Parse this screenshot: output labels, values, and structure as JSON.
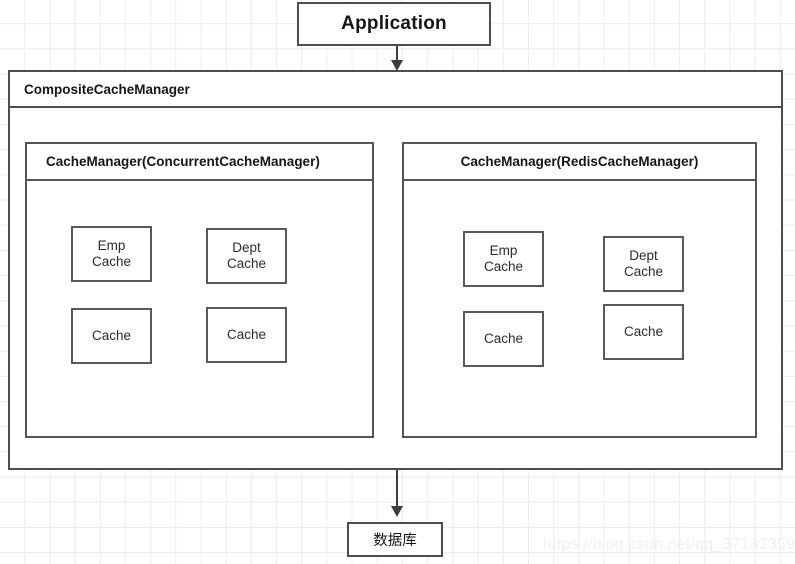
{
  "diagram": {
    "application": {
      "label": "Application"
    },
    "composite": {
      "label": "CompositeCacheManager"
    },
    "panels": [
      {
        "id": "concurrent",
        "label": "CacheManager(ConcurrentCacheManager)",
        "caches": [
          {
            "label": "Emp\nCache"
          },
          {
            "label": "Dept\nCache"
          },
          {
            "label": "Cache"
          },
          {
            "label": "Cache"
          }
        ]
      },
      {
        "id": "redis",
        "label": "CacheManager(RedisCacheManager)",
        "caches": [
          {
            "label": "Emp\nCache"
          },
          {
            "label": "Dept\nCache"
          },
          {
            "label": "Cache"
          },
          {
            "label": "Cache"
          }
        ]
      }
    ],
    "database": {
      "label": "数据库"
    },
    "arrows": [
      {
        "name": "application-to-composite"
      },
      {
        "name": "composite-to-database"
      }
    ],
    "watermark": {
      "text": "https://blog.csdn.net/qq_37133359"
    },
    "colors": {
      "box_border": "#4d4d4d",
      "panel_border": "#555555",
      "cache_border": "#595959",
      "arrow": "#3c3c3c",
      "grid": "#ececec",
      "background": "#ffffff",
      "text": "#16161a",
      "watermark": "#f0f0f0"
    }
  }
}
